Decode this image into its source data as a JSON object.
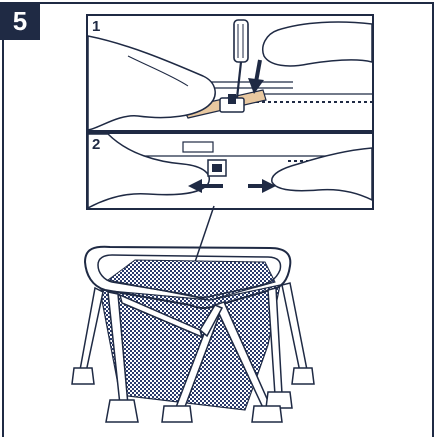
{
  "step": {
    "number": "5"
  },
  "panels": [
    {
      "number": "1"
    },
    {
      "number": "2"
    }
  ],
  "colors": {
    "ink": "#1f2a44",
    "mesh": "#2a3a6b",
    "accent": "#e8c8a0",
    "paper": "#ffffff"
  },
  "icons": [
    "screwdriver-icon",
    "arrow-down-icon",
    "arrow-left-icon",
    "arrow-right-icon"
  ]
}
